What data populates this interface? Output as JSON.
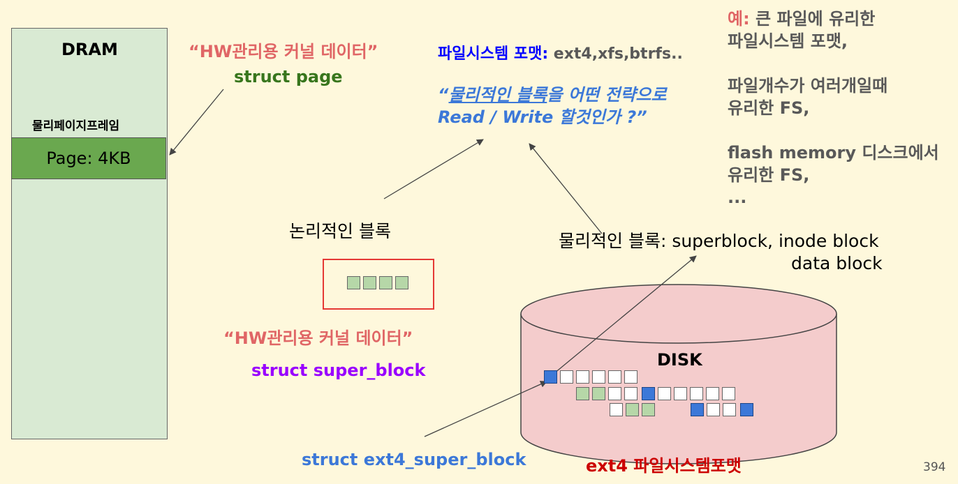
{
  "dram": {
    "title": "DRAM",
    "frame_label": "물리페이지프레임",
    "page_label": "Page: 4KB"
  },
  "page_struct": {
    "quote": "“HW관리용 커널 데이터”",
    "name": "struct page"
  },
  "fs_format": {
    "key": "파일시스템 포맷:",
    "value": " ext4,xfs,btrfs.."
  },
  "strategy": {
    "underlined": "물리적인 블록",
    "line1_open": "“",
    "line1_rest": "을 어떤 전략으로",
    "line2": "Read / Write  할것인가 ?”"
  },
  "examples": {
    "prefix": "예:",
    "line1_rest": " 큰 파일에 유리한",
    "line2": "파일시스템 포맷,",
    "line3": "파일개수가 여러개일때",
    "line4": "유리한 FS,",
    "line5": "flash memory 디스크에서",
    "line6": "유리한 FS,",
    "line7": "..."
  },
  "logical_block": {
    "label": "논리적인 블록",
    "quote": "“HW관리용 커널 데이터”",
    "struct_name": "struct super_block"
  },
  "physical_block": {
    "line1": "물리적인 블록: superblock, inode block",
    "line2": "data block"
  },
  "disk": {
    "label": "DISK",
    "struct_name": "struct ext4_super_block",
    "format_label": "ext4 파일시스템포맷"
  },
  "page_number": "394",
  "colors": {
    "background": "#fef8dc",
    "dram_fill": "#d9ead3",
    "page_fill": "#6aa84f",
    "disk_fill": "#f4cccc",
    "block_green": "#b6d7a8",
    "block_blue": "#3c78d8",
    "red_text": "#e06666",
    "blue_text": "#3c78d8",
    "purple_text": "#9900ff",
    "green_text": "#38761d"
  }
}
